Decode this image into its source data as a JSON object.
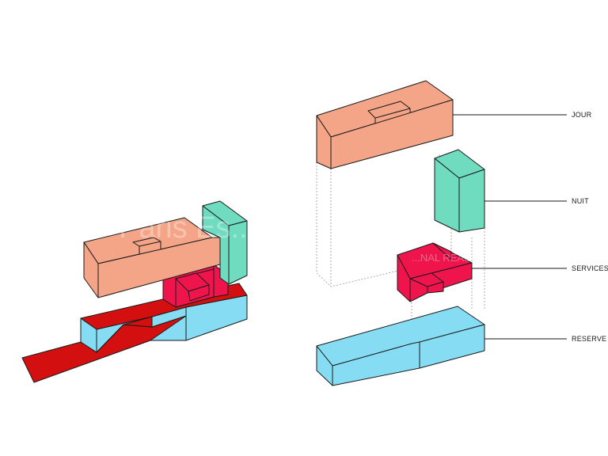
{
  "colors": {
    "jour": "#f4a587",
    "nuit": "#6fdcc0",
    "services": "#f0144d",
    "reserve": "#86ddf3",
    "path": "#d40f0f"
  },
  "labels": {
    "jour": "JOUR",
    "nuit": "NUIT",
    "services": "SERVICES",
    "reserve": "RESERVE"
  },
  "watermark": {
    "line1": "Paris Es...y's",
    "line2": "...NAL REAL..."
  }
}
